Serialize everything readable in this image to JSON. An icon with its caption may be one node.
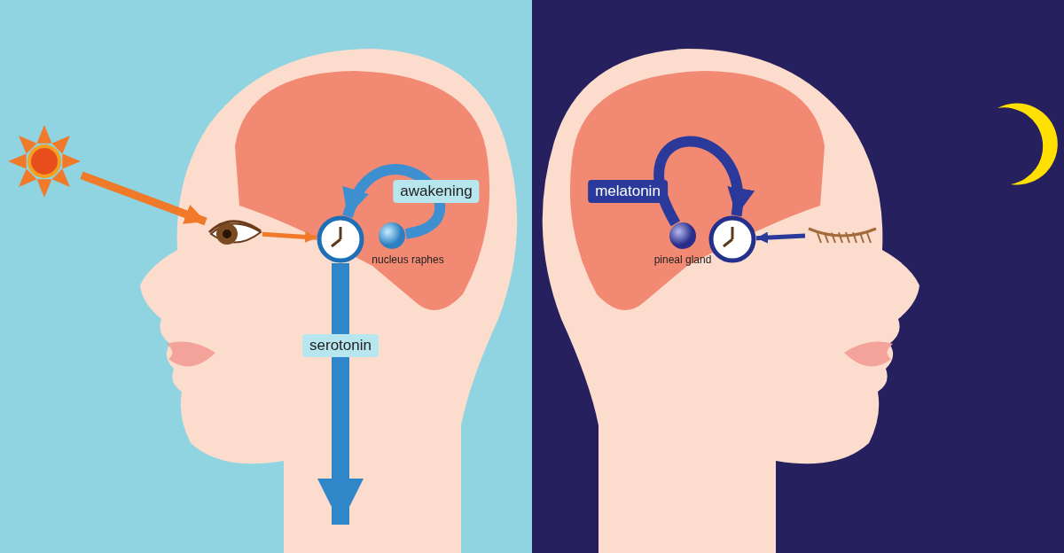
{
  "diagram": {
    "nodes": [
      {
        "text": [],
        "shape": "picture"
      },
      {
        "text": [],
        "shape": "picture"
      },
      {
        "text": [],
        "shape": "circle"
      },
      {
        "text": [],
        "shape": "circle",
        "beside": [
          "nucleus raphes"
        ]
      },
      {
        "text": [],
        "shape": "picture"
      },
      {
        "text": [],
        "shape": "circle"
      },
      {
        "text": [],
        "shape": "circle",
        "beside": [
          "pineal gland"
        ]
      }
    ],
    "edges": [
      {
        "from": 0,
        "to": 1,
        "arrow": "to",
        "color": "#f07a2a"
      },
      {
        "from": 1,
        "to": 2,
        "arrow": "to",
        "color": "#f07a2a"
      },
      {
        "from": 3,
        "to": 2,
        "arrow": "to",
        "label": "awakening",
        "color": "#3d8fd0"
      },
      {
        "from": 2,
        "to": null,
        "arrow": "to",
        "label": "serotonin",
        "style": "thick",
        "color": "#2f86c8"
      },
      {
        "from": 4,
        "to": 5,
        "arrow": "to",
        "color": "#2b3a9a"
      },
      {
        "from": 6,
        "to": 5,
        "arrow": "to",
        "label": "melatonin",
        "color": "#2b3a9a"
      }
    ]
  }
}
